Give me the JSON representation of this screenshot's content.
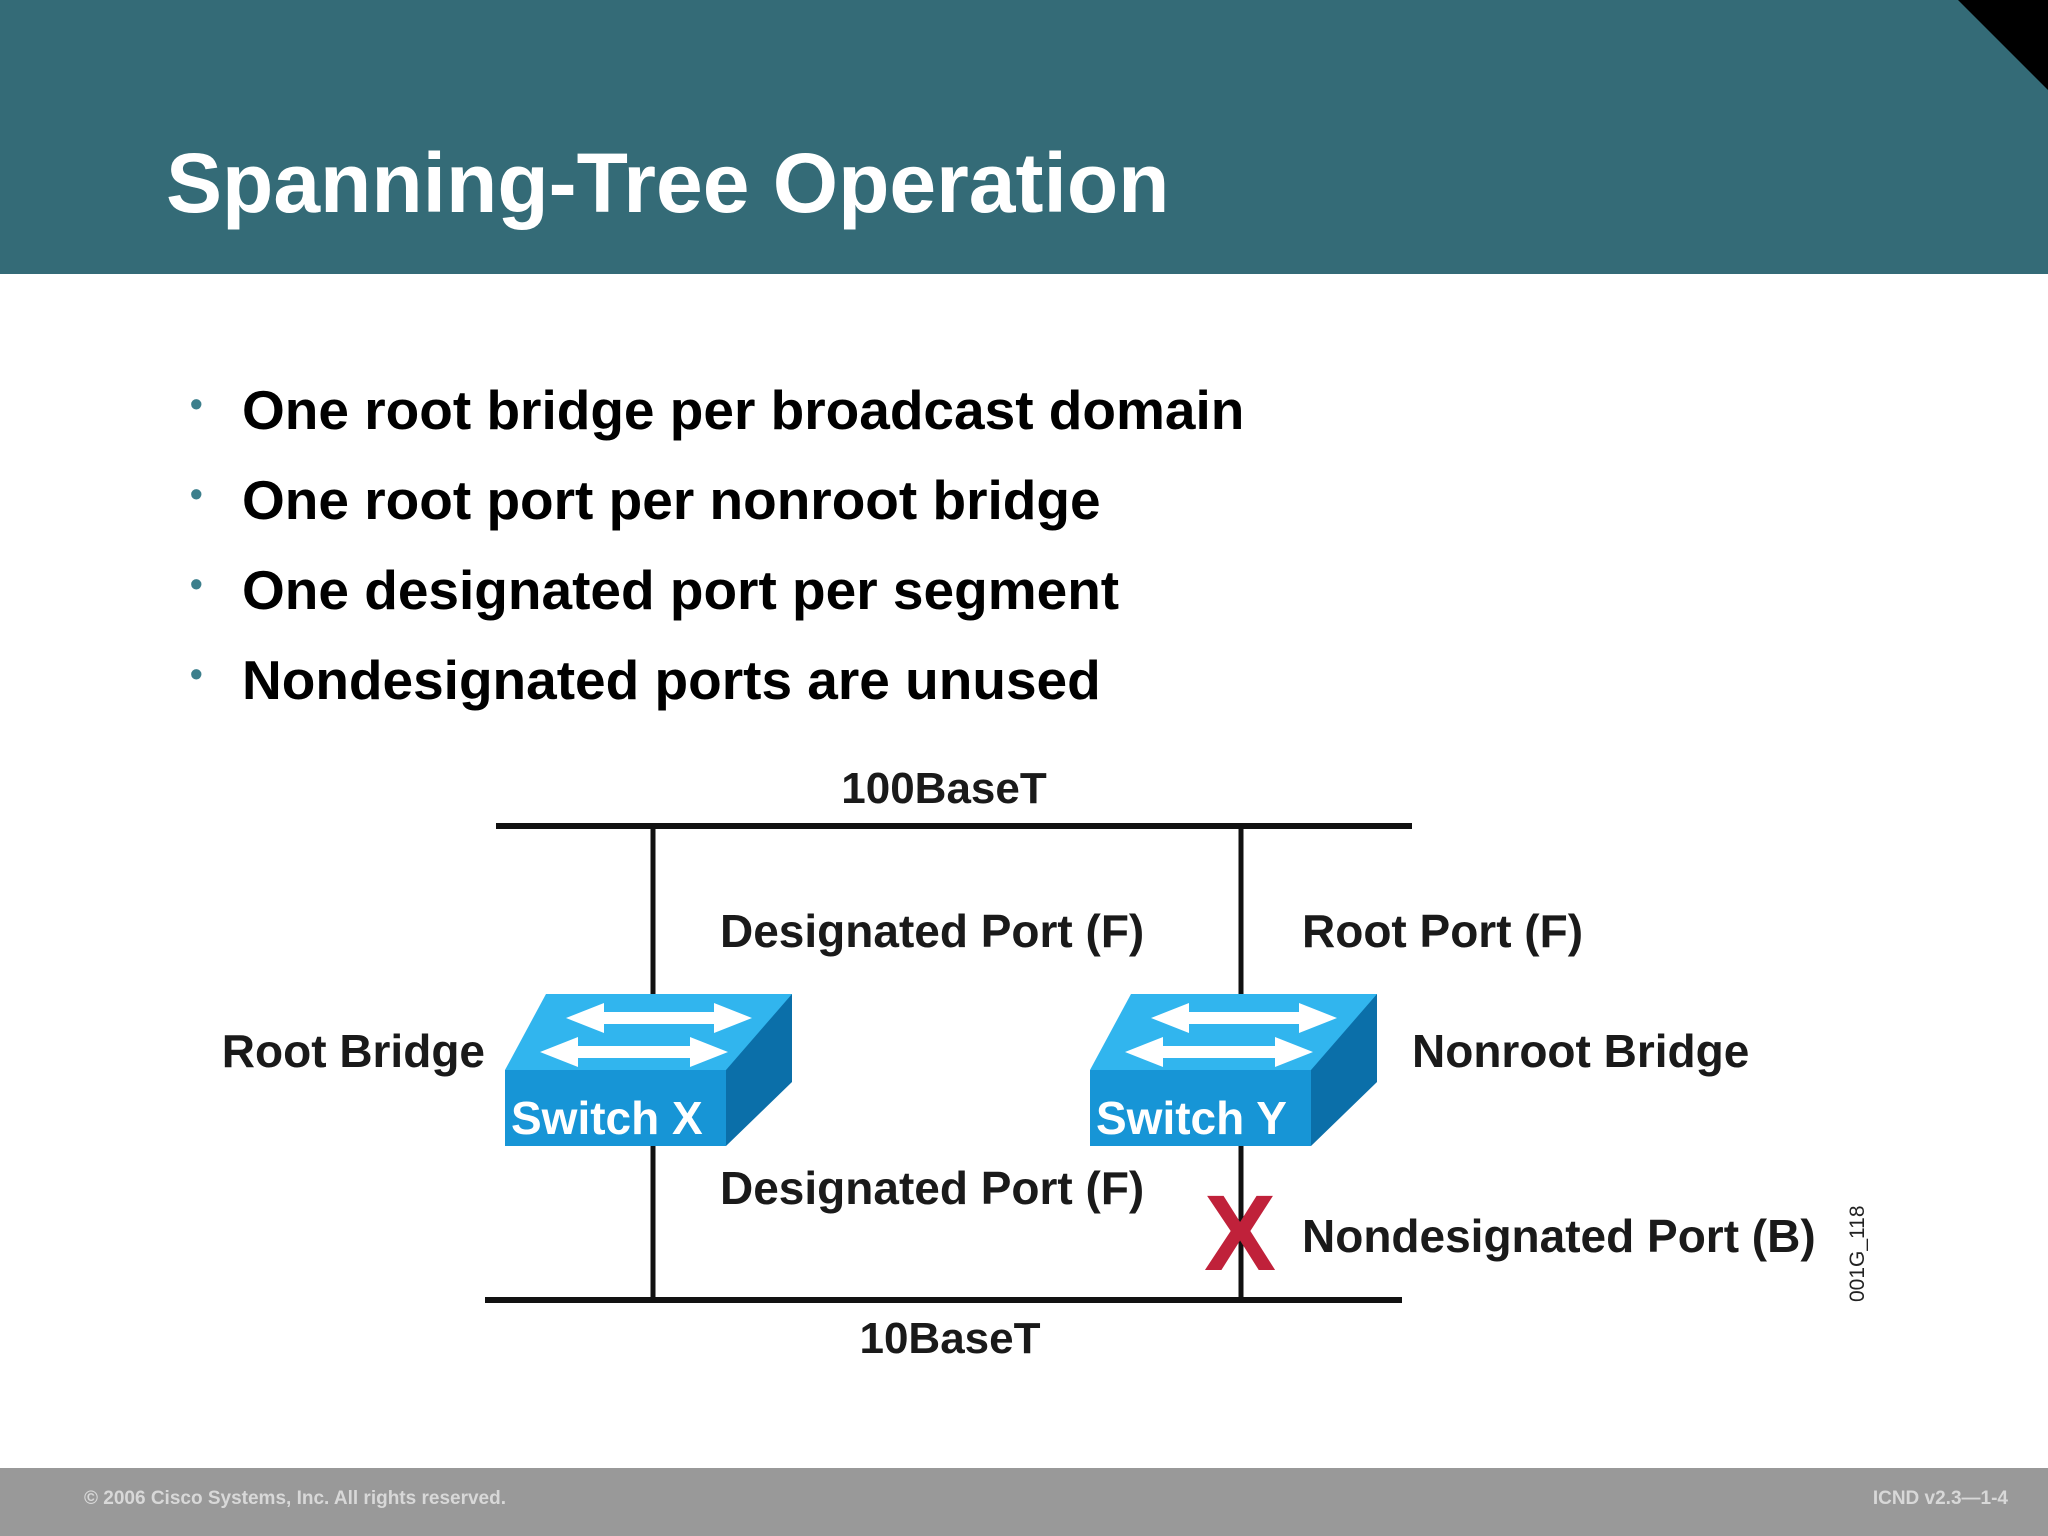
{
  "slide": {
    "title": "Spanning-Tree Operation",
    "bullets": [
      "One root bridge per broadcast domain",
      "One root port per nonroot bridge",
      "One designated port per segment",
      "Nondesignated ports are unused"
    ]
  },
  "diagram": {
    "top_segment_label": "100BaseT",
    "bottom_segment_label": "10BaseT",
    "switch_x": {
      "name": "Switch X",
      "role": "Root Bridge",
      "top_port": "Designated Port (F)",
      "bottom_port": "Designated Port (F)"
    },
    "switch_y": {
      "name": "Switch Y",
      "role": "Nonroot Bridge",
      "top_port": "Root Port (F)",
      "bottom_port": "Nondesignated Port (B)"
    },
    "figure_id": "001G_118",
    "blocked_marker": "X"
  },
  "footer": {
    "copyright": "© 2006 Cisco Systems, Inc. All rights reserved.",
    "course_code": "ICND v2.3—1-4"
  },
  "colors": {
    "header": "#346b77",
    "switch_front": "#1795d6",
    "switch_top": "#31b5ee",
    "switch_side": "#0b6fa9",
    "blocked": "#c0213a",
    "footer": "#999999"
  }
}
